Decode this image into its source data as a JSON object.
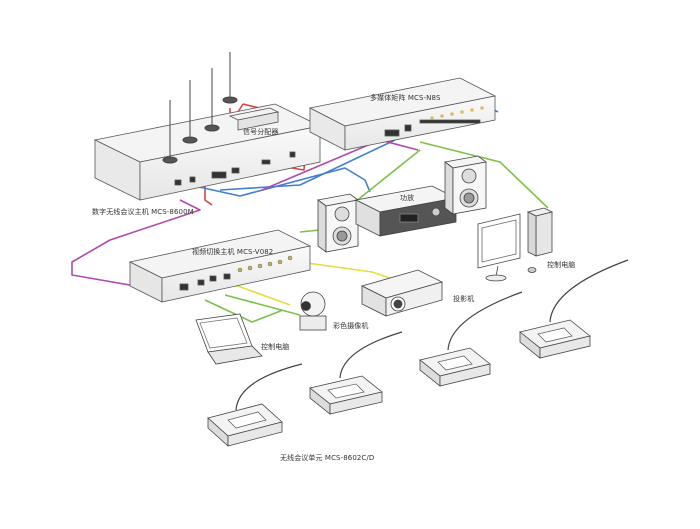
{
  "labels": {
    "host": "数字无线会议主机 MCS-8600M",
    "antenna_splitter": "信号分配器",
    "matrix": "多媒体矩阵 MCS-N8S",
    "amplifier": "功放",
    "video_switcher": "视频切换主机 MCS-V082",
    "control_pc_right": "控制电脑",
    "control_pc_left": "控制电脑",
    "projector": "投影机",
    "camera": "彩色摄像机",
    "wireless_unit": "无线会议单元 MCS-8602C/D"
  },
  "cable_colors": {
    "red": "#d94545",
    "blue": "#3f7fcf",
    "green": "#7cc24a",
    "purple": "#b04ab0",
    "yellow": "#e8dc3a"
  }
}
